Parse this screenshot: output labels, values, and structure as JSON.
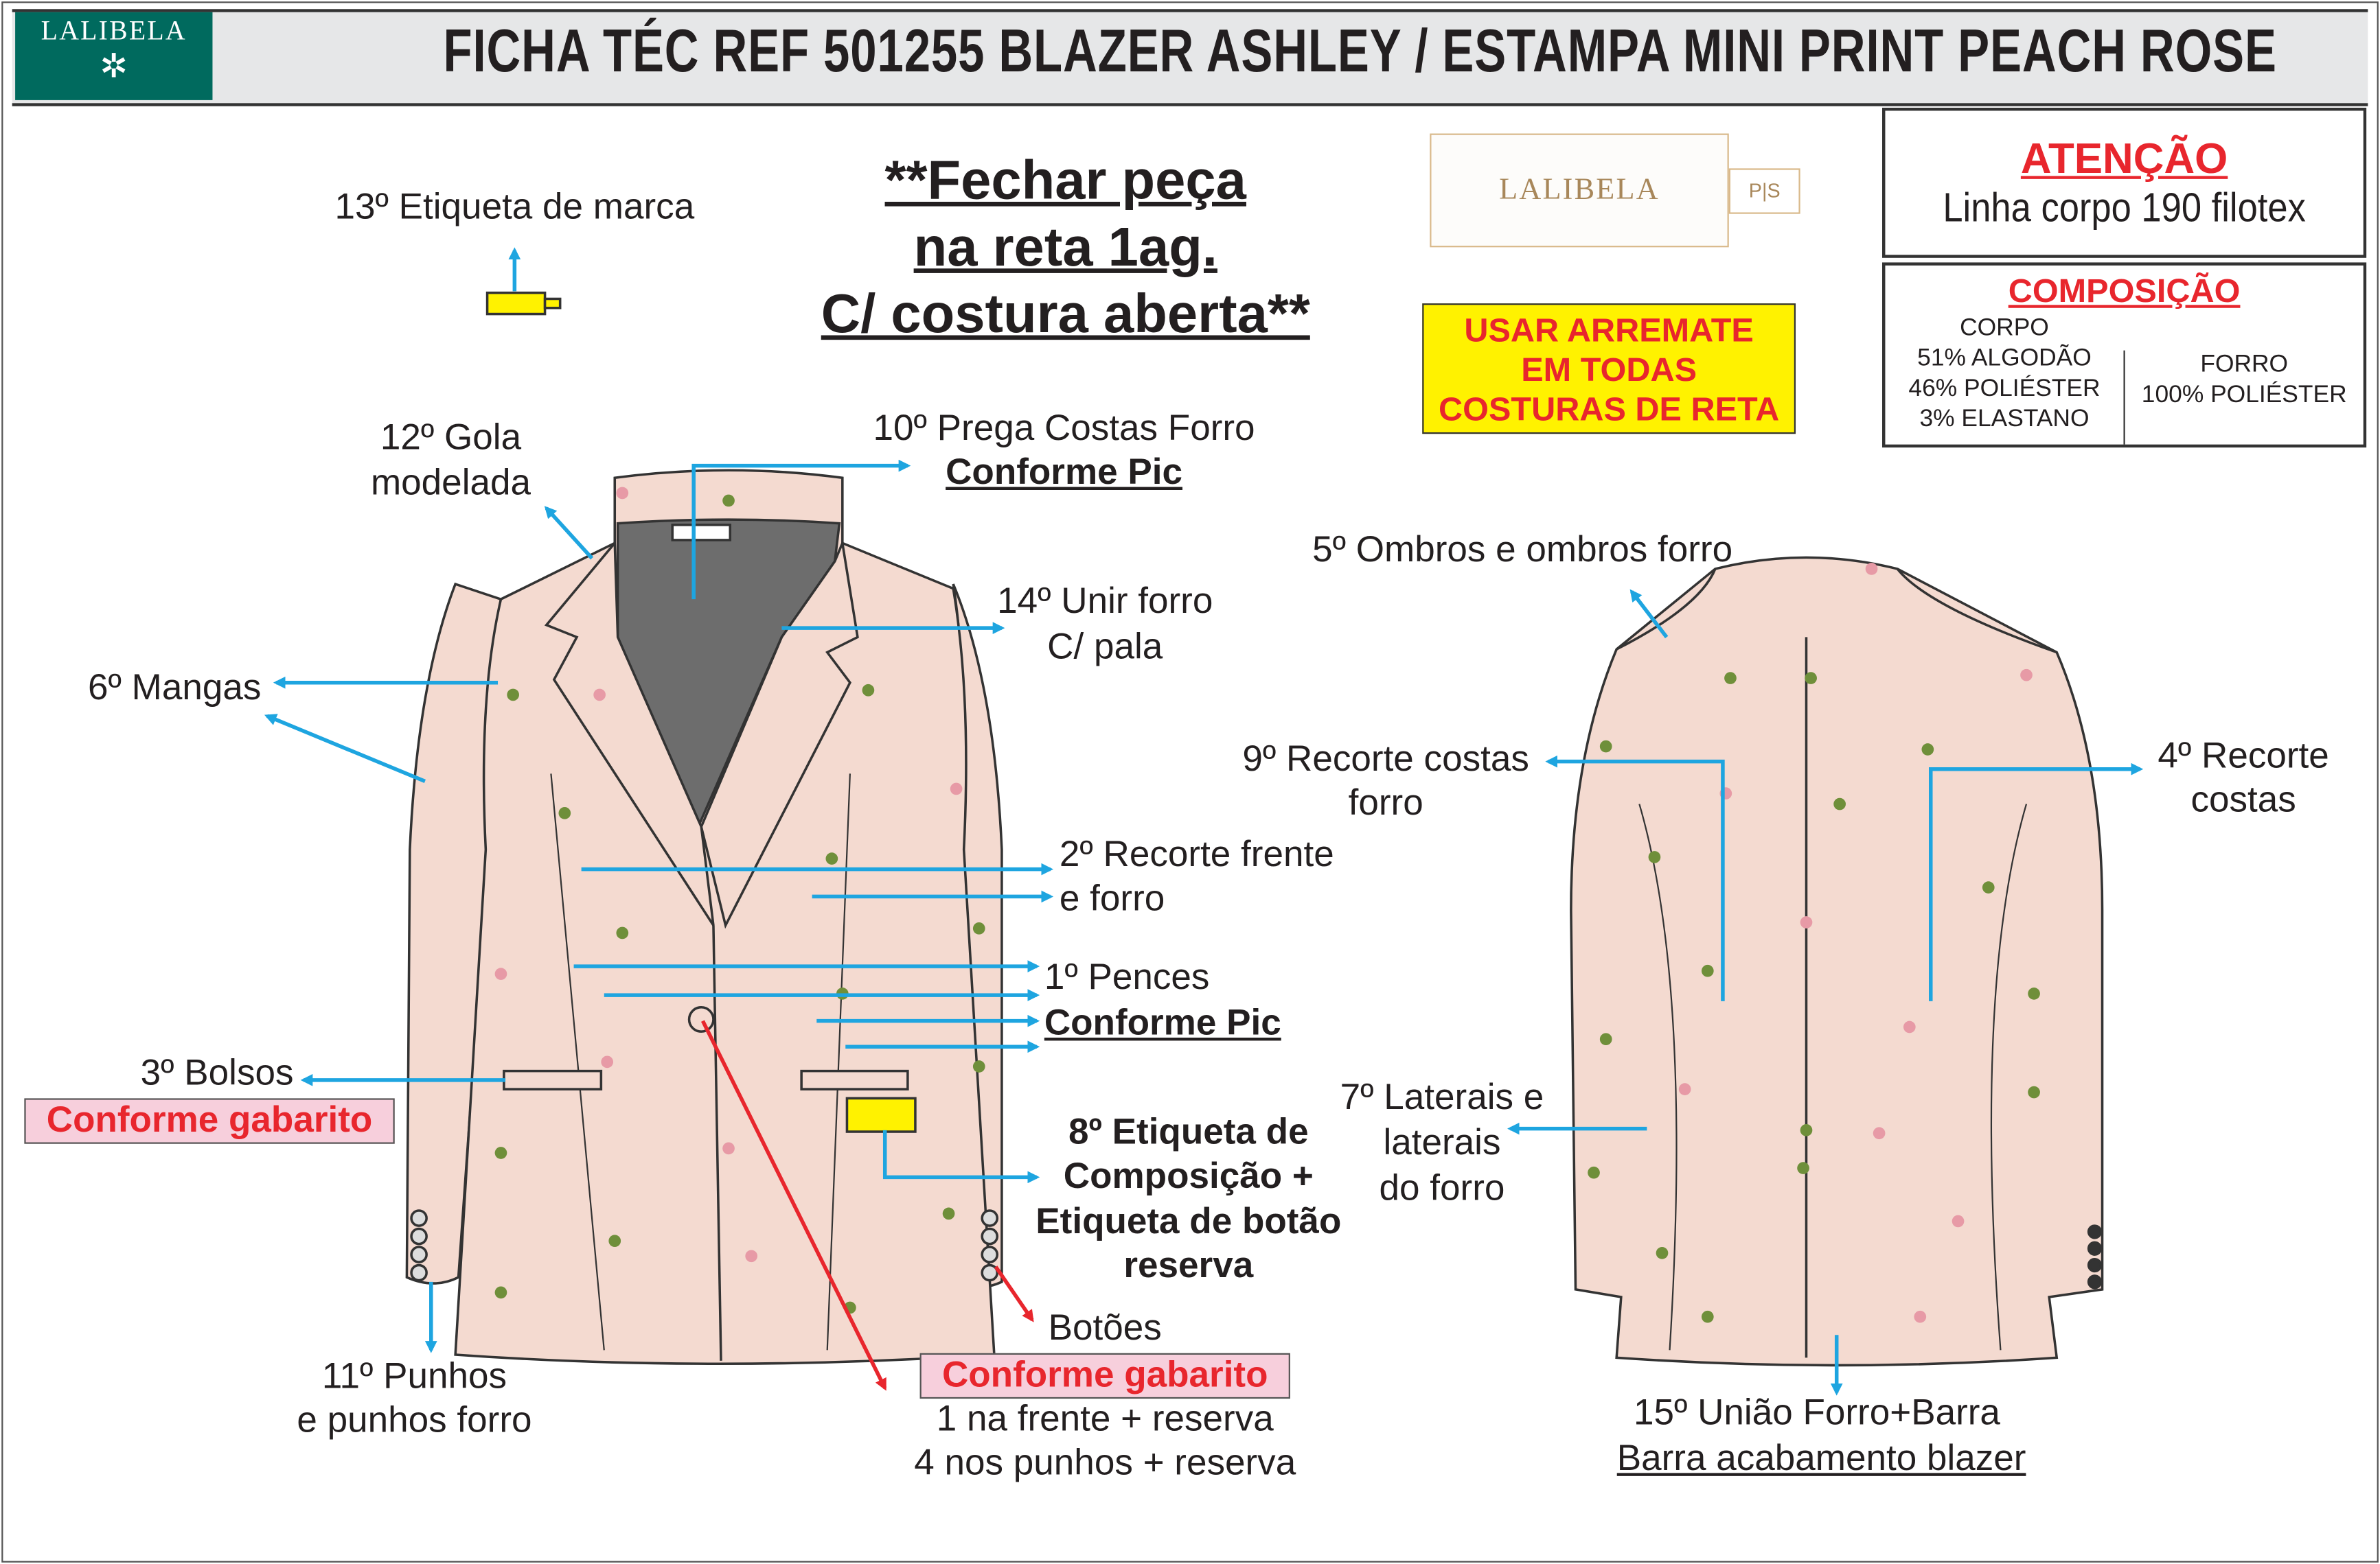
{
  "header": {
    "brand": "LALIBELA",
    "title": "FICHA TÉC REF 501255 BLAZER ASHLEY / ESTAMPA MINI PRINT PEACH ROSE"
  },
  "note": {
    "line1": "**Fechar peça",
    "line2": "na reta 1ag.",
    "line3": "C/ costura aberta**"
  },
  "label_logo": {
    "brand": "LALIBELA",
    "size": "P|S"
  },
  "warning_box": {
    "line1": "USAR ARREMATE",
    "line2": "EM TODAS",
    "line3": "COSTURAS DE RETA"
  },
  "attention": {
    "title": "ATENÇÃO",
    "text": "Linha corpo 190 filotex"
  },
  "composition": {
    "title": "COMPOSIÇÃO",
    "body_title": "CORPO",
    "body": [
      "51% ALGODÃO",
      "46% POLIÉSTER",
      "3% ELASTANO"
    ],
    "lining_title": "FORRO",
    "lining": "100% POLIÉSTER"
  },
  "steps": {
    "s13": "13º Etiqueta de marca",
    "s12a": "12º Gola",
    "s12b": "modelada",
    "s10": "10º Prega Costas Forro",
    "s10b": "Conforme Pic",
    "s14a": "14º Unir forro",
    "s14b": "C/ pala",
    "s6": "6º Mangas",
    "s5": "5º Ombros e ombros forro",
    "s9a": "9º Recorte costas",
    "s9b": "forro",
    "s4a": "4º Recorte",
    "s4b": "costas",
    "s2a": "2º Recorte frente",
    "s2b": "e forro",
    "s1": "1º Pences",
    "s1b": "Conforme Pic",
    "s3": "3º Bolsos",
    "s3b": "Conforme gabarito",
    "s7a": "7º Laterais e",
    "s7b": "laterais",
    "s7c": "do forro",
    "s8a": "8º Etiqueta de",
    "s8b": "Composição +",
    "s8c": "Etiqueta de botão",
    "s8d": "reserva",
    "btn": "Botões",
    "btnb": "Conforme gabarito",
    "btnc": "1 na frente + reserva",
    "btnd": "4 nos punhos + reserva",
    "s11a": "11º Punhos",
    "s11b": "e punhos forro",
    "s15": "15º União Forro+Barra",
    "s15b": "Barra acabamento blazer"
  },
  "colors": {
    "arrow": "#1ea5e0",
    "red": "#e8262d",
    "fabric": "#f4dad0",
    "teal": "#006a5e",
    "yellow": "#fff200"
  }
}
